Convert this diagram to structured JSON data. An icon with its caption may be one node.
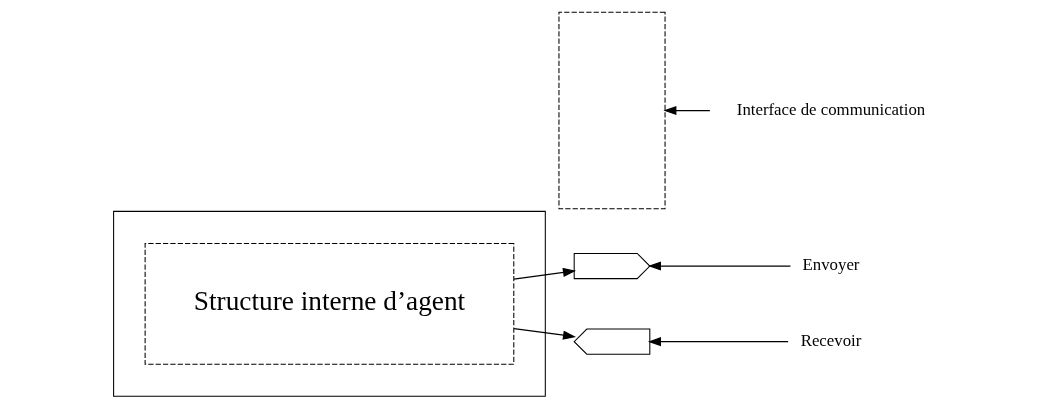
{
  "diagram": {
    "nodes": [
      {
        "text": [],
        "shape": "box"
      },
      {
        "text": [
          "Structure interne d’agent"
        ],
        "in": 0
      },
      {
        "text": [],
        "shape": "box"
      },
      {
        "text": [],
        "shape": "chevron"
      },
      {
        "text": [],
        "shape": "chevron"
      },
      {
        "text": [
          "Envoyer"
        ]
      },
      {
        "text": [
          "Interface de communication"
        ]
      },
      {
        "text": [
          "Recevoir"
        ]
      }
    ],
    "edges": [
      {
        "from": 1,
        "to": 3,
        "arrow": "to"
      },
      {
        "from": 1,
        "to": 4,
        "arrow": "to"
      },
      {
        "from": 5,
        "to": 3,
        "arrow": "to"
      },
      {
        "from": 6,
        "to": 2,
        "arrow": "to"
      },
      {
        "from": 7,
        "to": 4,
        "arrow": "to"
      }
    ]
  }
}
